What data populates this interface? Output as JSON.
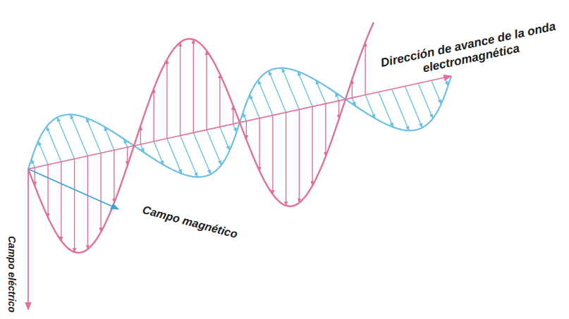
{
  "diagram": {
    "labels": [
      "Dirección de avance de la onda electromagnética",
      "Campo magnético",
      "Campo eléctrico"
    ]
  }
}
